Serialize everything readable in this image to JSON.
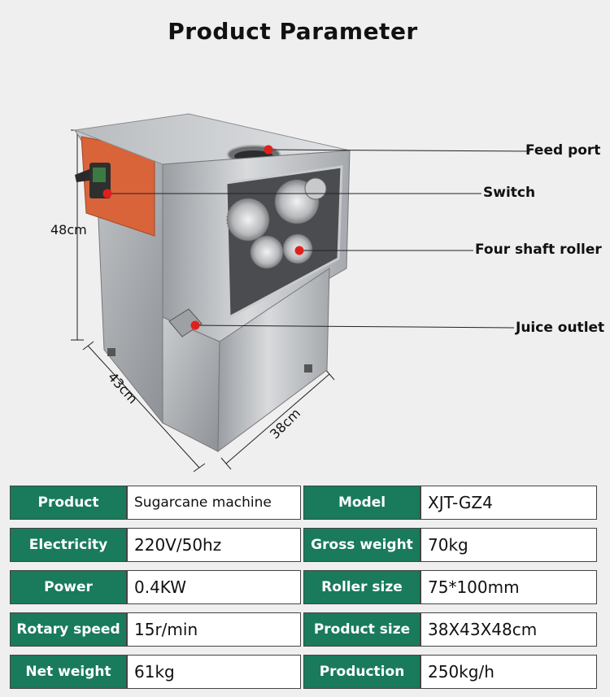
{
  "title": "Product Parameter",
  "callouts": {
    "feed_port": "Feed port",
    "switch": "Switch",
    "four_shaft_roller": "Four shaft roller",
    "juice_outlet": "Juice outlet"
  },
  "dimensions": {
    "height": "48cm",
    "length": "43cm",
    "width": "38cm"
  },
  "colors": {
    "label_bg": "#197a5c",
    "accent_dot": "#e0201b",
    "panel_orange": "#d9643a"
  },
  "specs": [
    {
      "label_left": "Product",
      "value_left": "Sugarcane machine",
      "label_right": "Model",
      "value_right": "XJT-GZ4"
    },
    {
      "label_left": "Electricity",
      "value_left": "220V/50hz",
      "label_right": "Gross weight",
      "value_right": "70kg"
    },
    {
      "label_left": "Power",
      "value_left": "0.4KW",
      "label_right": "Roller size",
      "value_right": "75*100mm"
    },
    {
      "label_left": "Rotary speed",
      "value_left": "15r/min",
      "label_right": "Product size",
      "value_right": "38X43X48cm"
    },
    {
      "label_left": "Net weight",
      "value_left": "61kg",
      "label_right": "Production",
      "value_right": "250kg/h"
    }
  ]
}
